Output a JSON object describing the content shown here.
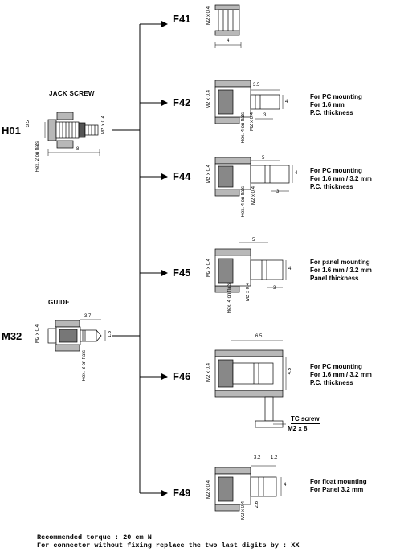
{
  "left": {
    "jack": {
      "code": "H01",
      "caption": "JACK SCREW",
      "dims": {
        "height": "3.5",
        "thread": "M2 x 0.4",
        "hex": "Hex. 2 on flats",
        "length": "8"
      }
    },
    "guide": {
      "code": "M32",
      "caption": "GUIDE",
      "dims": {
        "length": "3.7",
        "dia": "1.5",
        "thread": "M2 x 0.4",
        "hex": "Hex. 3 on flats"
      }
    }
  },
  "variants": [
    {
      "code": "F41",
      "note": [],
      "dims": {
        "thread": "M2 x 0.4",
        "length": "4"
      }
    },
    {
      "code": "F42",
      "note": [
        "For PC mounting",
        "For 1.6 mm",
        "P.C. thickness"
      ],
      "dims": {
        "thread": "M2 x 0.4",
        "top": "3.5",
        "height": "4",
        "hex": "Hex. 4 on flats",
        "thread2": "M2 x 0.4",
        "bottom": "3"
      }
    },
    {
      "code": "F44",
      "note": [
        "For PC mounting",
        "For 1.6 mm / 3.2 mm",
        "P.C. thickness"
      ],
      "dims": {
        "thread": "M2 x 0.4",
        "top": "5",
        "height": "4",
        "hex": "Hex. 4 on flats",
        "thread2": "M2 x 0.4",
        "bottom": "3"
      }
    },
    {
      "code": "F45",
      "note": [
        "For panel mounting",
        "For 1.6 mm / 3.2 mm",
        "Panel thickness"
      ],
      "dims": {
        "thread": "M2 x 0.4",
        "top": "5",
        "height": "4",
        "hex": "Hex. 4 on flats",
        "thread2": "M2 x 0.4",
        "bottom": "3"
      }
    },
    {
      "code": "F46",
      "note": [
        "For PC mounting",
        "For 1.6 mm / 3.2 mm",
        "P.C. thickness"
      ],
      "dims": {
        "thread": "M2 x 0.4",
        "top": "6.5",
        "height": "4.5",
        "screw_label": "TC screw",
        "screw_size": "M2 x 8"
      }
    },
    {
      "code": "F49",
      "note": [
        "For float mounting",
        "For Panel 3.2 mm"
      ],
      "dims": {
        "thread": "M2 x 0.4",
        "top_a": "3.2",
        "top_b": "1.2",
        "height": "4",
        "thread2": "M2 x 0.4",
        "bottom": "2.6"
      }
    }
  ],
  "footer": [
    "Recommended torque : 20 cm N",
    "For connector without fixing replace the two last digits by : XX"
  ]
}
